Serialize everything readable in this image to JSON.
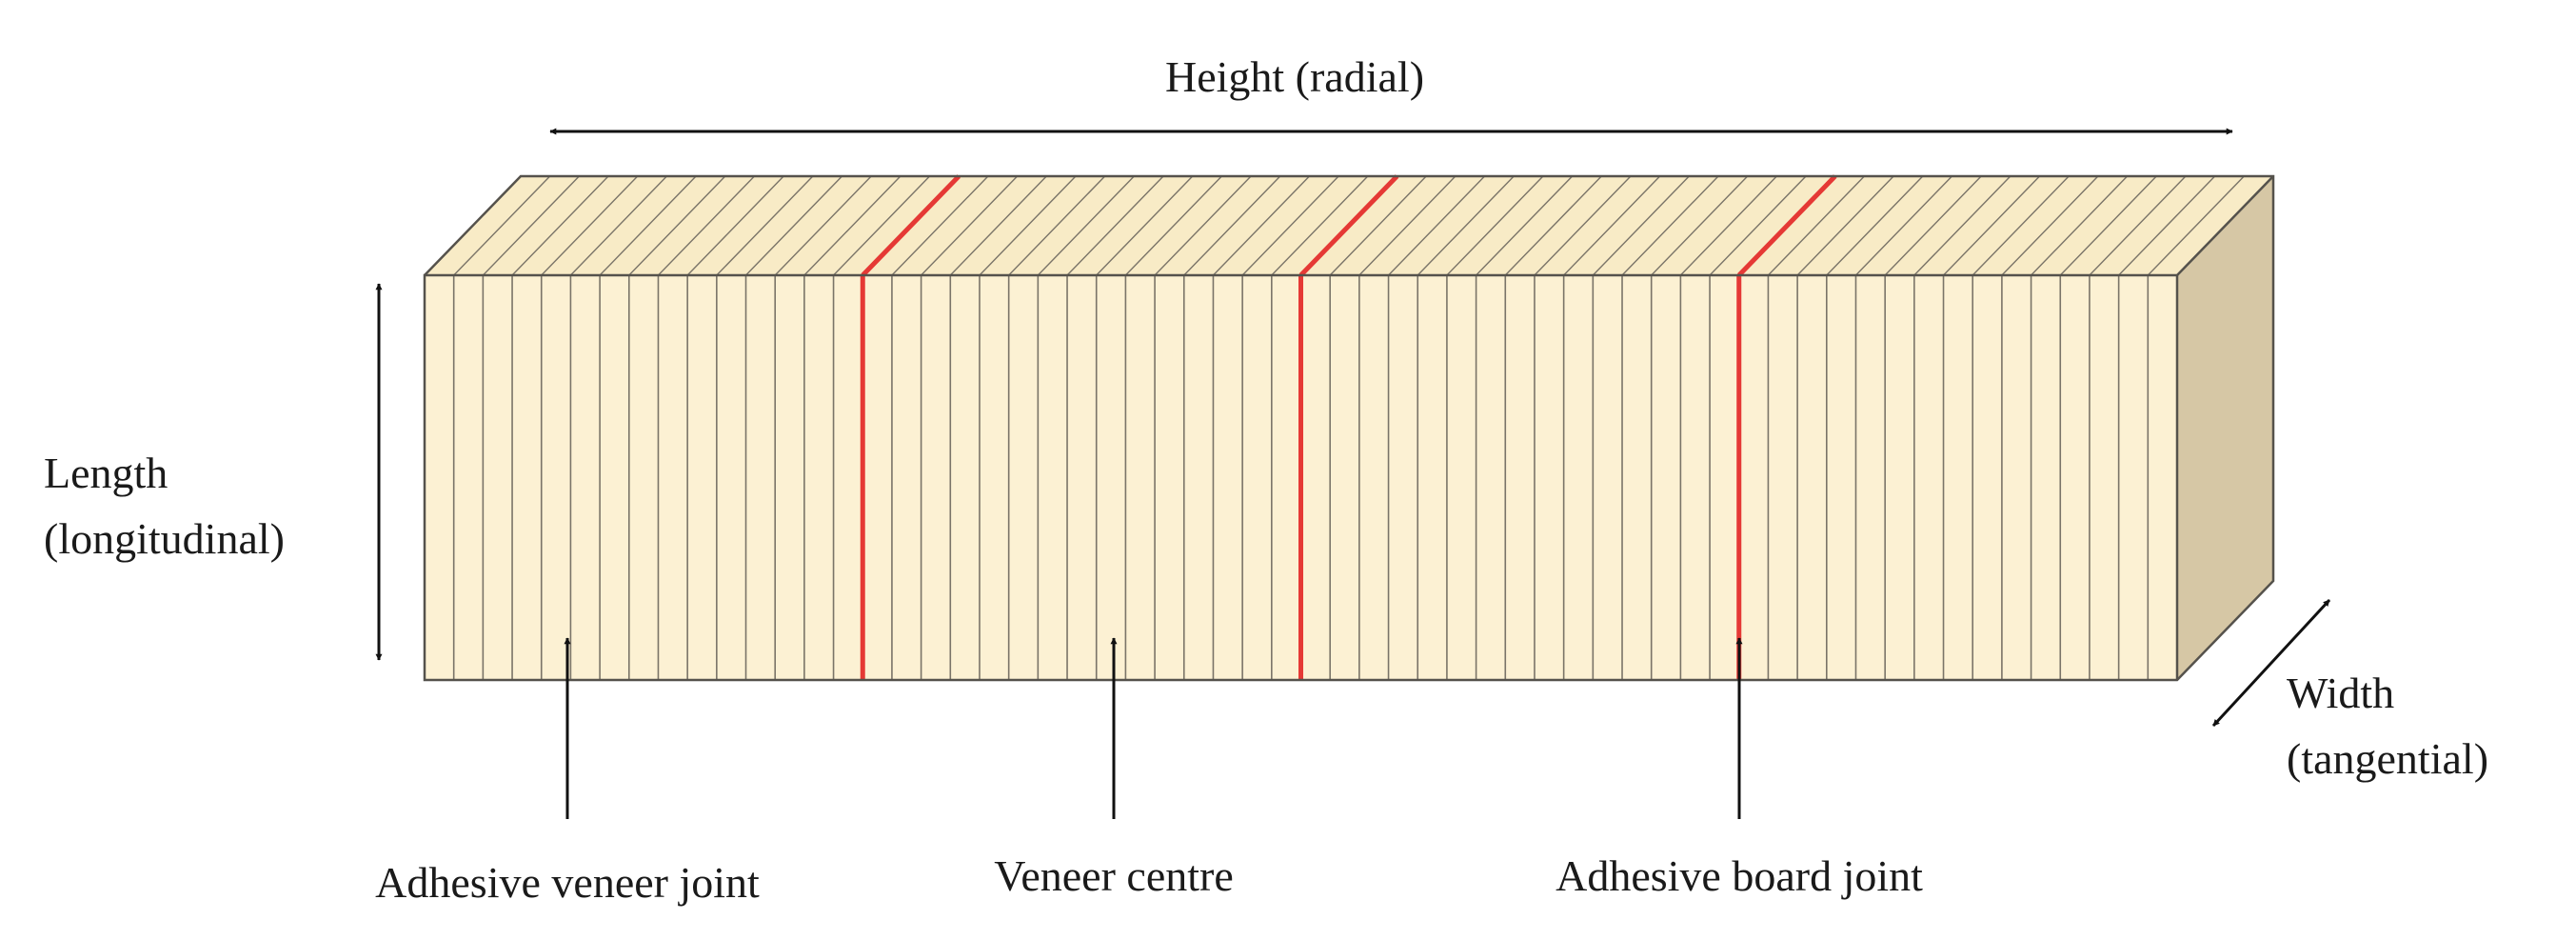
{
  "labels": {
    "height": "Height (radial)",
    "length_line1": "Length",
    "length_line2": "(longitudinal)",
    "width_line1": "Width",
    "width_line2": "(tangential)",
    "adhesive_veneer_joint": "Adhesive veneer joint",
    "veneer_centre": "Veneer centre",
    "adhesive_board_joint": "Adhesive board joint"
  },
  "colors": {
    "front_face": "#fcf1d3",
    "top_face": "#f8ebc6",
    "side_face": "#d6c7a5",
    "grain_line": "#7a7468",
    "board_joint": "#e53935",
    "outline": "#55524c",
    "arrow": "#111111"
  },
  "block": {
    "veneers_per_board": 15,
    "boards": 4
  }
}
